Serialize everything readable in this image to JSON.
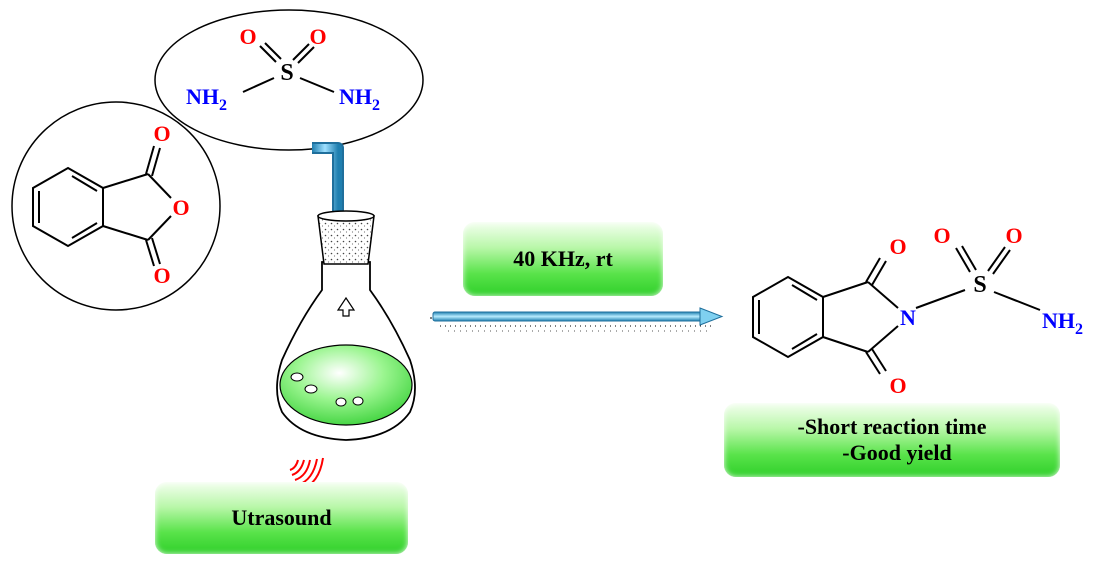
{
  "colors": {
    "oxygen": "#ff0000",
    "nitrogen": "#0000ff",
    "sulfur": "#000000",
    "bond": "#000000",
    "box_green": "#3ad93a",
    "tube_blue": "#3fa9d9",
    "liquid_green": "#43df43"
  },
  "reactant_sulfamide": {
    "O1": "O",
    "O2": "O",
    "S": "S",
    "N_left": "NH",
    "N_left_sub": "2",
    "N_right": "NH",
    "N_right_sub": "2"
  },
  "reactant_anhydride": {
    "O_top": "O",
    "O_ring": "O",
    "O_bottom": "O"
  },
  "product": {
    "O_top": "O",
    "O_bottom": "O",
    "N": "N",
    "S": "S",
    "O1": "O",
    "O2": "O",
    "NH": "NH",
    "NH_sub": "2"
  },
  "conditions_label": "40 KHz, rt",
  "ultrasound_label": "Utrasound",
  "features": [
    "-Short reaction time",
    "-Good yield"
  ],
  "icons": [
    "erlenmeyer-flask-icon",
    "ultrasound-wave-icon",
    "reaction-arrow-icon"
  ]
}
